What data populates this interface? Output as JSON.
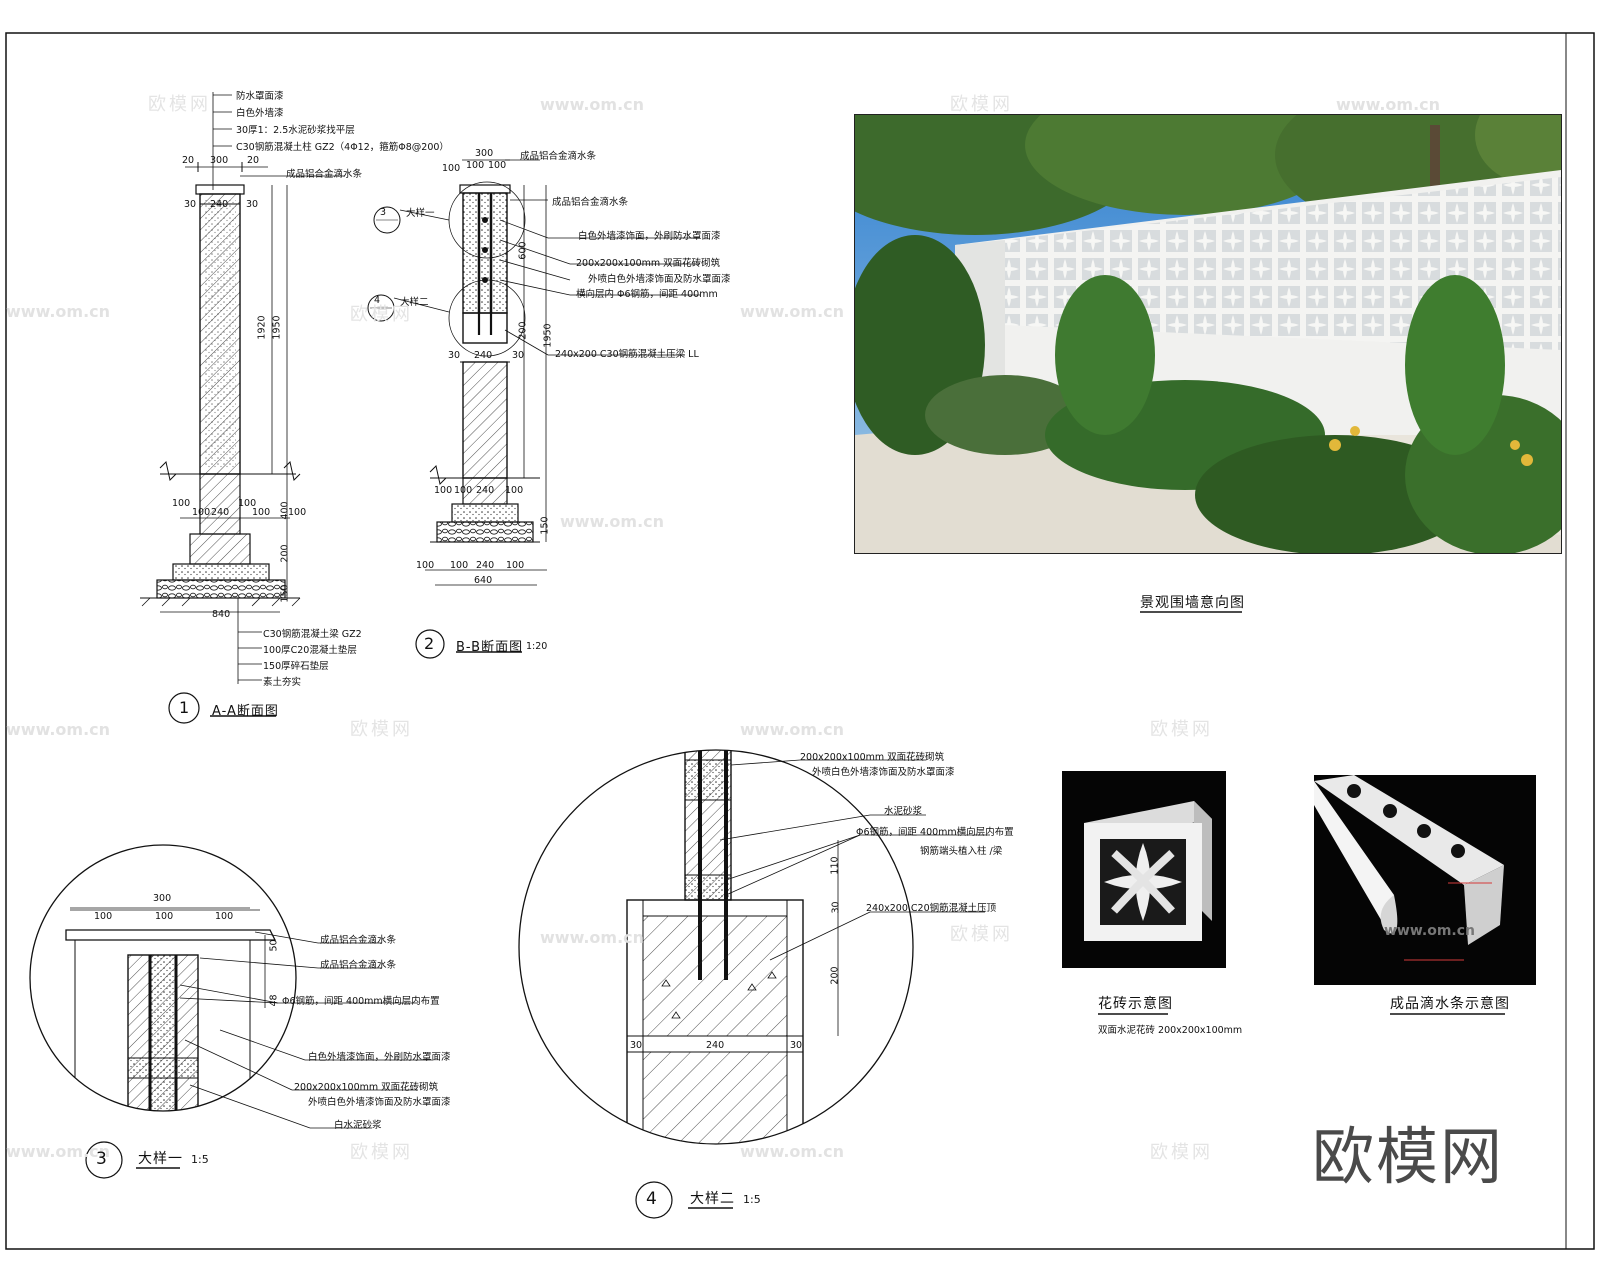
{
  "watermark": {
    "url": "www.om.cn",
    "cn": "欧模网"
  },
  "brand": "欧模网",
  "section1": {
    "index": "1",
    "title": "A-A断面图",
    "notes_top": [
      "防水罩面漆",
      "白色外墙漆",
      "30厚1：2.5水泥砂浆找平层",
      "C30钢筋混凝土柱 GZ2（4Φ12，箍筋Φ8@200）"
    ],
    "notes_bottom": [
      "C30钢筋混凝土梁 GZ2",
      "100厚C20混凝土垫层",
      "150厚碎石垫层",
      "素土夯实"
    ],
    "drip_label": "成品铝合金滴水条",
    "dims": {
      "top": "300",
      "side": "20",
      "col": "240",
      "offset": "30",
      "h1": "1920",
      "h2": "1950",
      "s100": "100",
      "h400": "400",
      "h200": "200",
      "h150": "150",
      "base": "840"
    }
  },
  "section2": {
    "index": "2",
    "title": "B-B断面图",
    "scale": "1:20",
    "callout3": "大样一",
    "callout3_no": "3",
    "callout4": "大样二",
    "callout4_no": "4",
    "notes": [
      "成品铝合金滴水条",
      "成品铝合金滴水条",
      "白色外墙漆饰面，外刷防水罩面漆",
      "200x200x100mm 双面花砖砌筑",
      "外喷白色外墙漆饰面及防水罩面漆",
      "横向层内 Φ6钢筋，间距 400mm",
      "240x200 C30钢筋混凝土压梁 LL"
    ],
    "dims": {
      "top": "300",
      "t100": "100",
      "c240": "240",
      "c30": "30",
      "h600": "600",
      "h200": "200",
      "h1950": "1950",
      "base": "640",
      "b100": "100",
      "h150": "150"
    }
  },
  "detail3": {
    "index": "3",
    "title": "大样一",
    "scale": "1:5",
    "dims": {
      "w300": "300",
      "w100": "100",
      "h50": "50",
      "h48": "48"
    },
    "notes": [
      "成品铝合金滴水条",
      "成品铝合金滴水条",
      "Φ6钢筋，间距 400mm横向层内布置",
      "白色外墙漆饰面，外刷防水罩面漆",
      "200x200x100mm 双面花砖砌筑",
      "外喷白色外墙漆饰面及防水罩面漆",
      "白水泥砂浆"
    ]
  },
  "detail4": {
    "index": "4",
    "title": "大样二",
    "scale": "1:5",
    "notes": [
      "200x200x100mm 双面花砖砌筑",
      "外喷白色外墙漆饰面及防水罩面漆",
      "水泥砂浆",
      "Φ6钢筋，间距 400mm横向层内布置",
      "钢筋端头植入柱 /梁",
      "240x200 C20钢筋混凝土压顶"
    ],
    "dims": {
      "h110": "110",
      "h30": "30",
      "h200": "200",
      "c30": "30",
      "c240": "240"
    }
  },
  "photos": {
    "render_caption": "景观围墙意向图",
    "brick_caption": "花砖示意图",
    "brick_sub": "双面水泥花砖 200x200x100mm",
    "drip_caption": "成品滴水条示意图"
  },
  "colors": {
    "line": "#111111",
    "sky": "#3f8fd6",
    "foliage": "#3c6a2e",
    "wall": "#f3f3f1",
    "black": "#050505"
  }
}
